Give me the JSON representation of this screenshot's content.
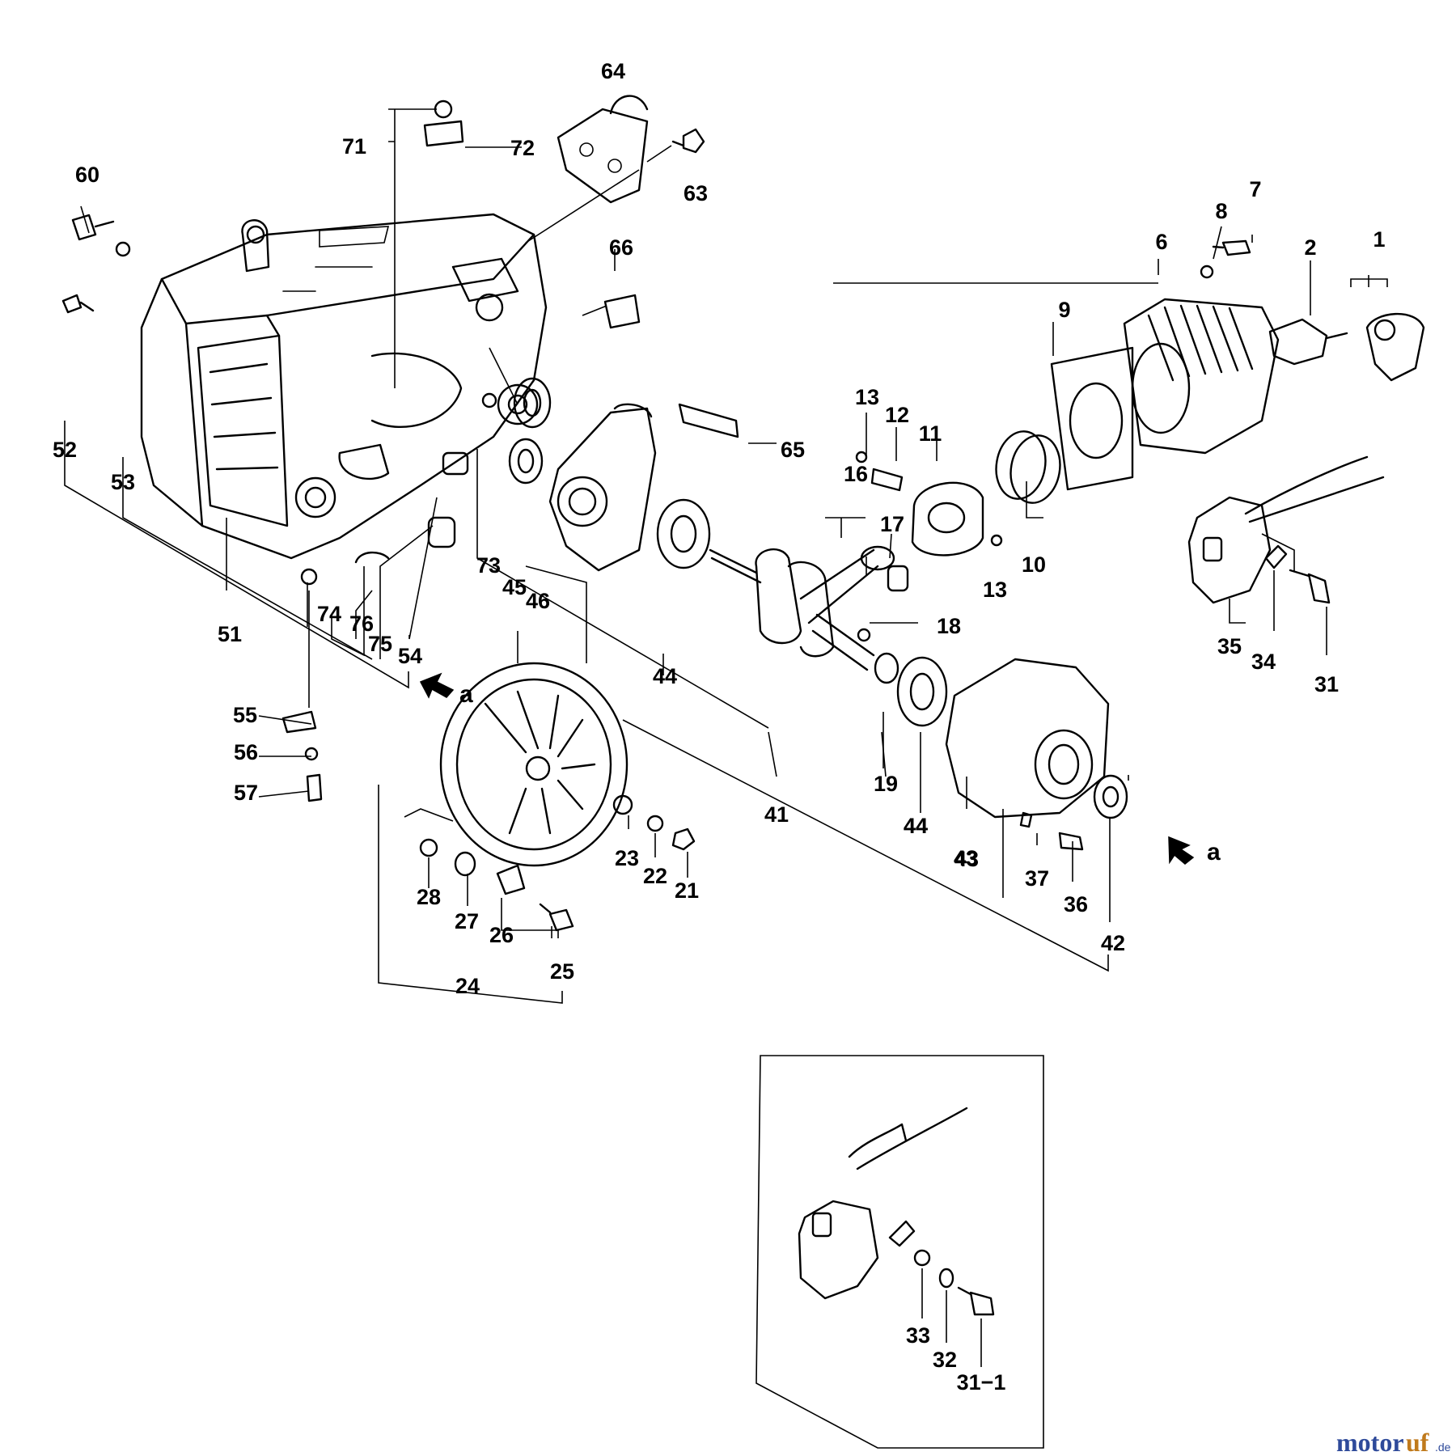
{
  "diagram": {
    "part_labels": [
      "1",
      "2",
      "6",
      "7",
      "8",
      "9",
      "10",
      "11",
      "12",
      "13",
      "13",
      "16",
      "17",
      "18",
      "19",
      "21",
      "22",
      "23",
      "24",
      "25",
      "26",
      "27",
      "28",
      "31",
      "34",
      "35",
      "36",
      "37",
      "41",
      "42",
      "43",
      "43",
      "44",
      "44",
      "44",
      "45",
      "46",
      "51",
      "52",
      "53",
      "54",
      "55",
      "56",
      "57",
      "60",
      "63",
      "64",
      "65",
      "66",
      "71",
      "72",
      "73",
      "74",
      "75",
      "76",
      "32",
      "33",
      "31−1"
    ],
    "arrow_marks": [
      "a",
      "a"
    ]
  },
  "watermark": {
    "part1": "motor",
    "part2": "uf",
    "suffix": ".de"
  },
  "colors": {
    "ink": "#000000",
    "watermark_blue": "#2e4a9a",
    "watermark_orange": "#c07a1c",
    "background": "#ffffff"
  }
}
